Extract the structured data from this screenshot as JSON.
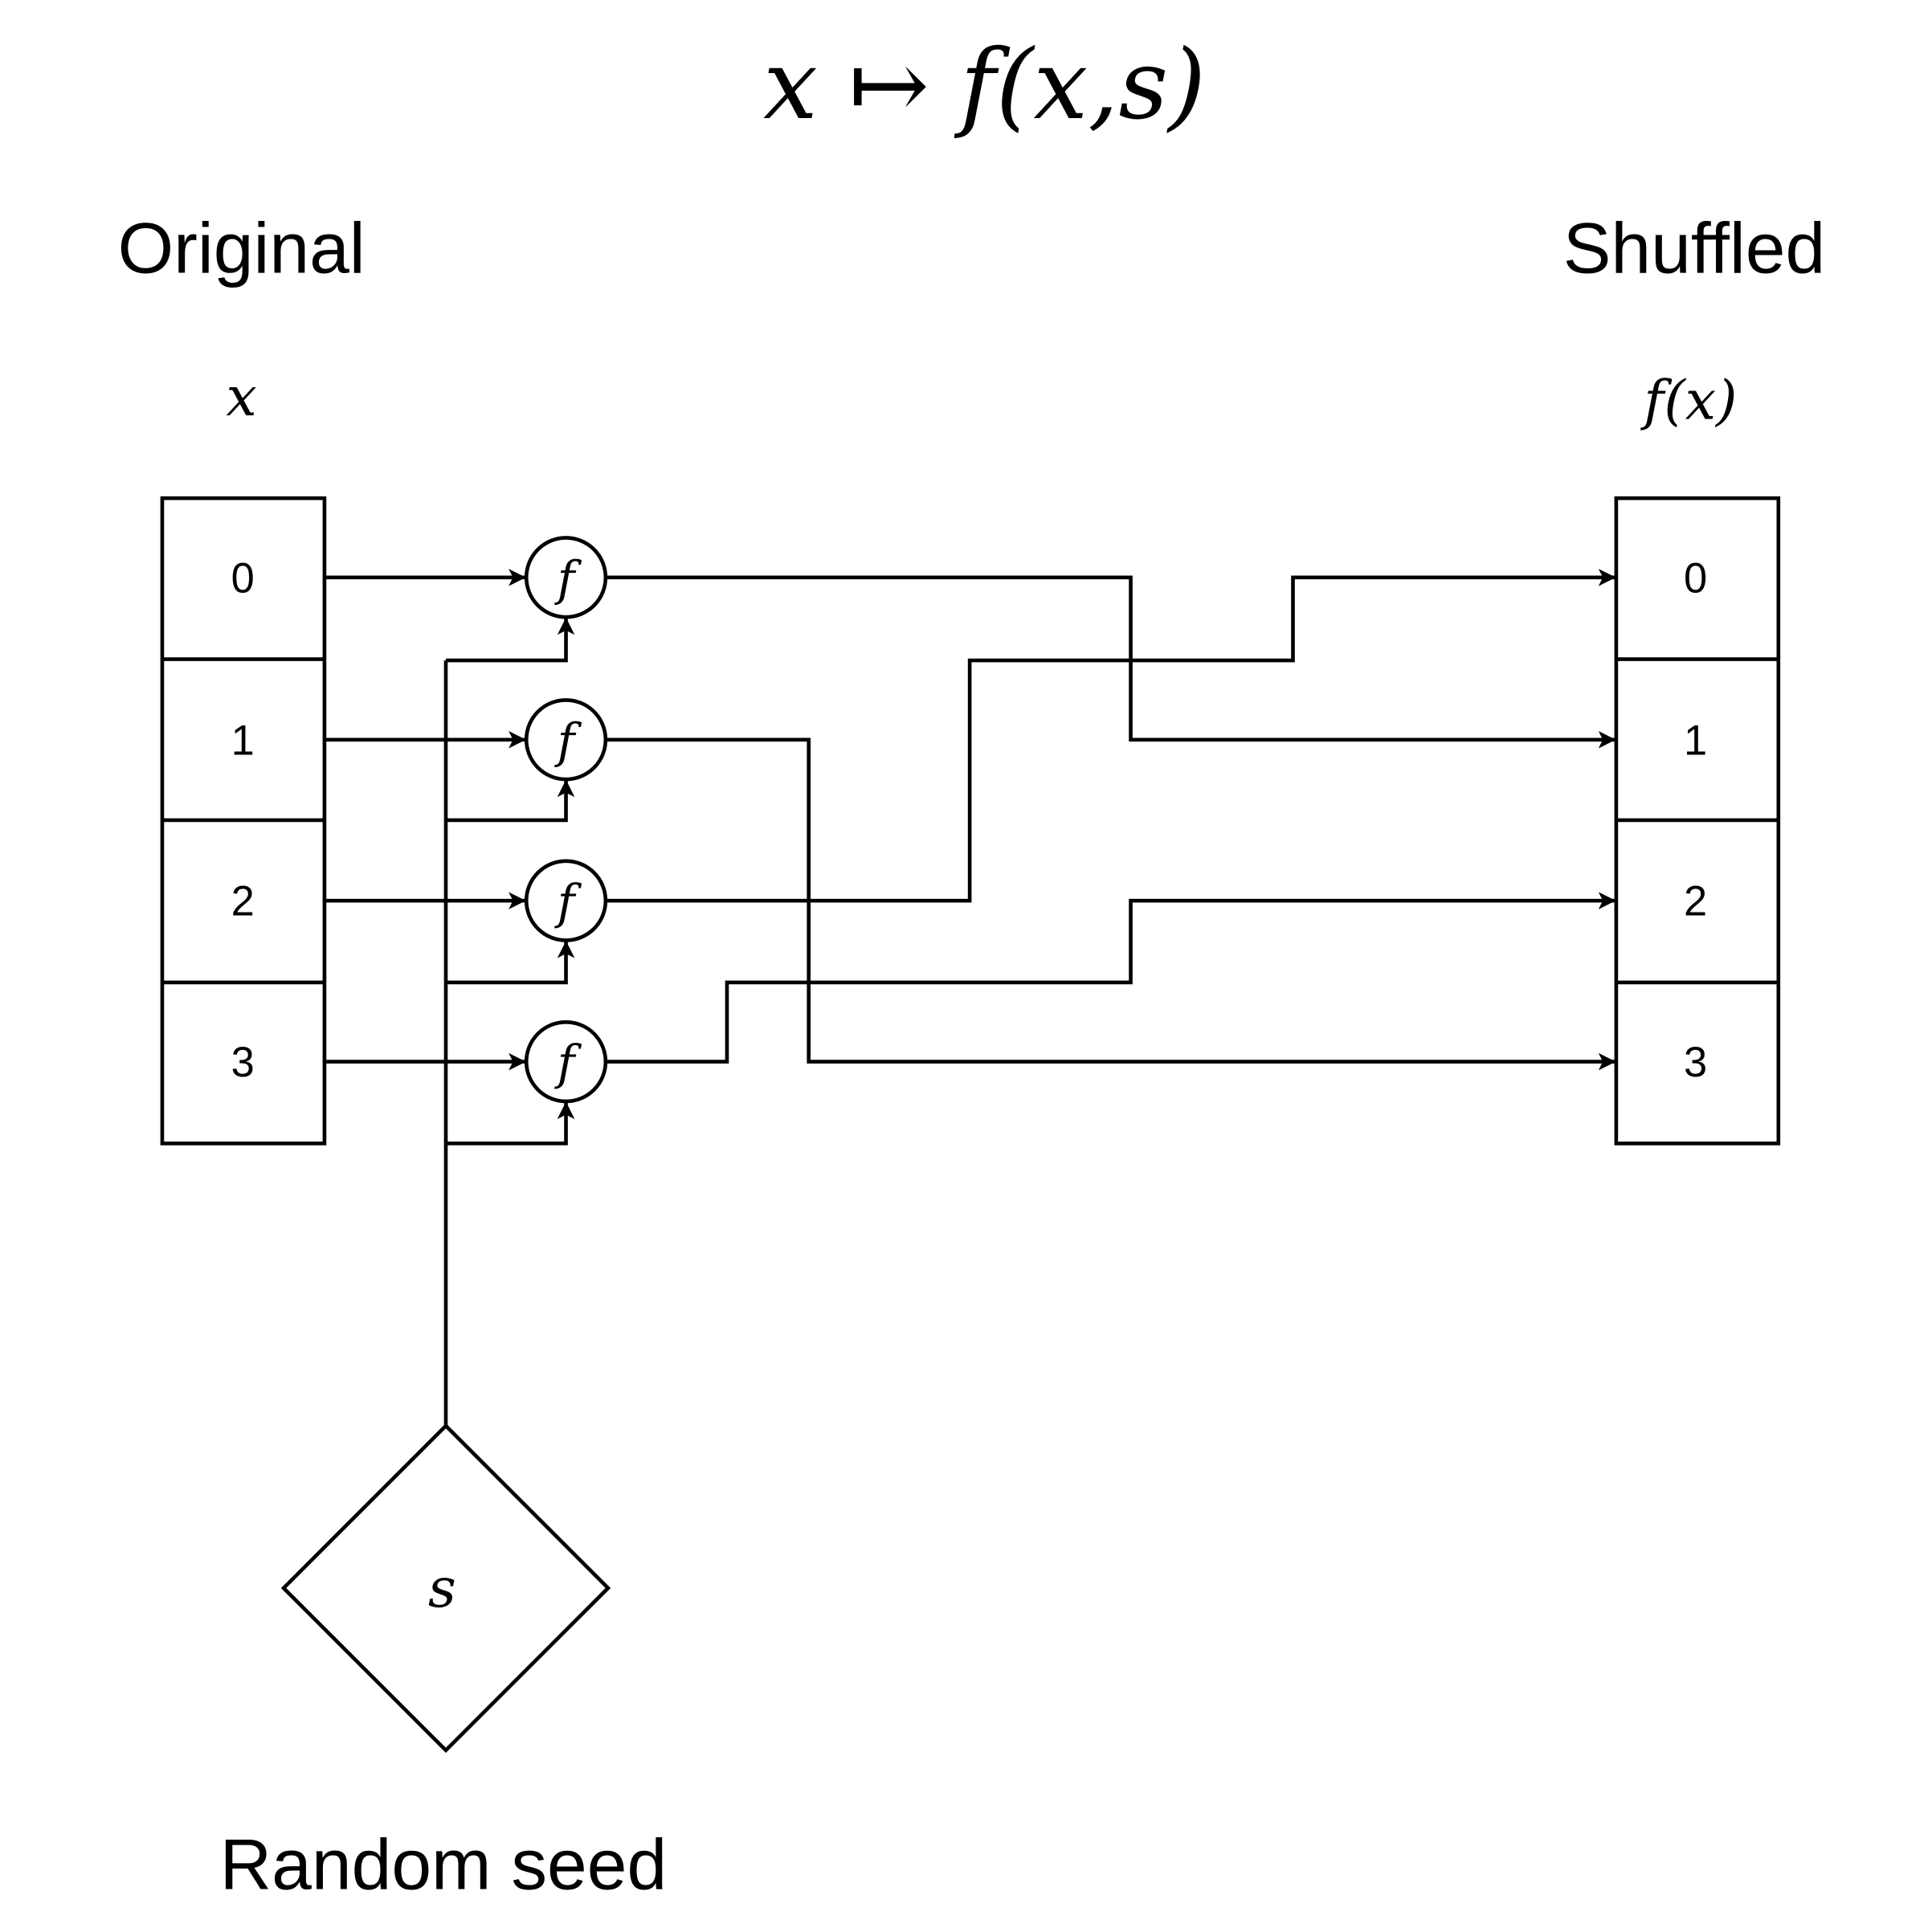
{
  "title": "x ↦ f(x,s)",
  "original_label": "Original",
  "shuffled_label": "Shuffled",
  "input_symbol": "x",
  "output_symbol": "f(x)",
  "function_symbol": "f",
  "seed_symbol": "s",
  "seed_label": "Random seed",
  "original_cells": [
    "0",
    "1",
    "2",
    "3"
  ],
  "shuffled_cells": [
    "0",
    "1",
    "2",
    "3"
  ],
  "mapping": {
    "0": "1",
    "1": "3",
    "2": "0",
    "3": "2"
  }
}
